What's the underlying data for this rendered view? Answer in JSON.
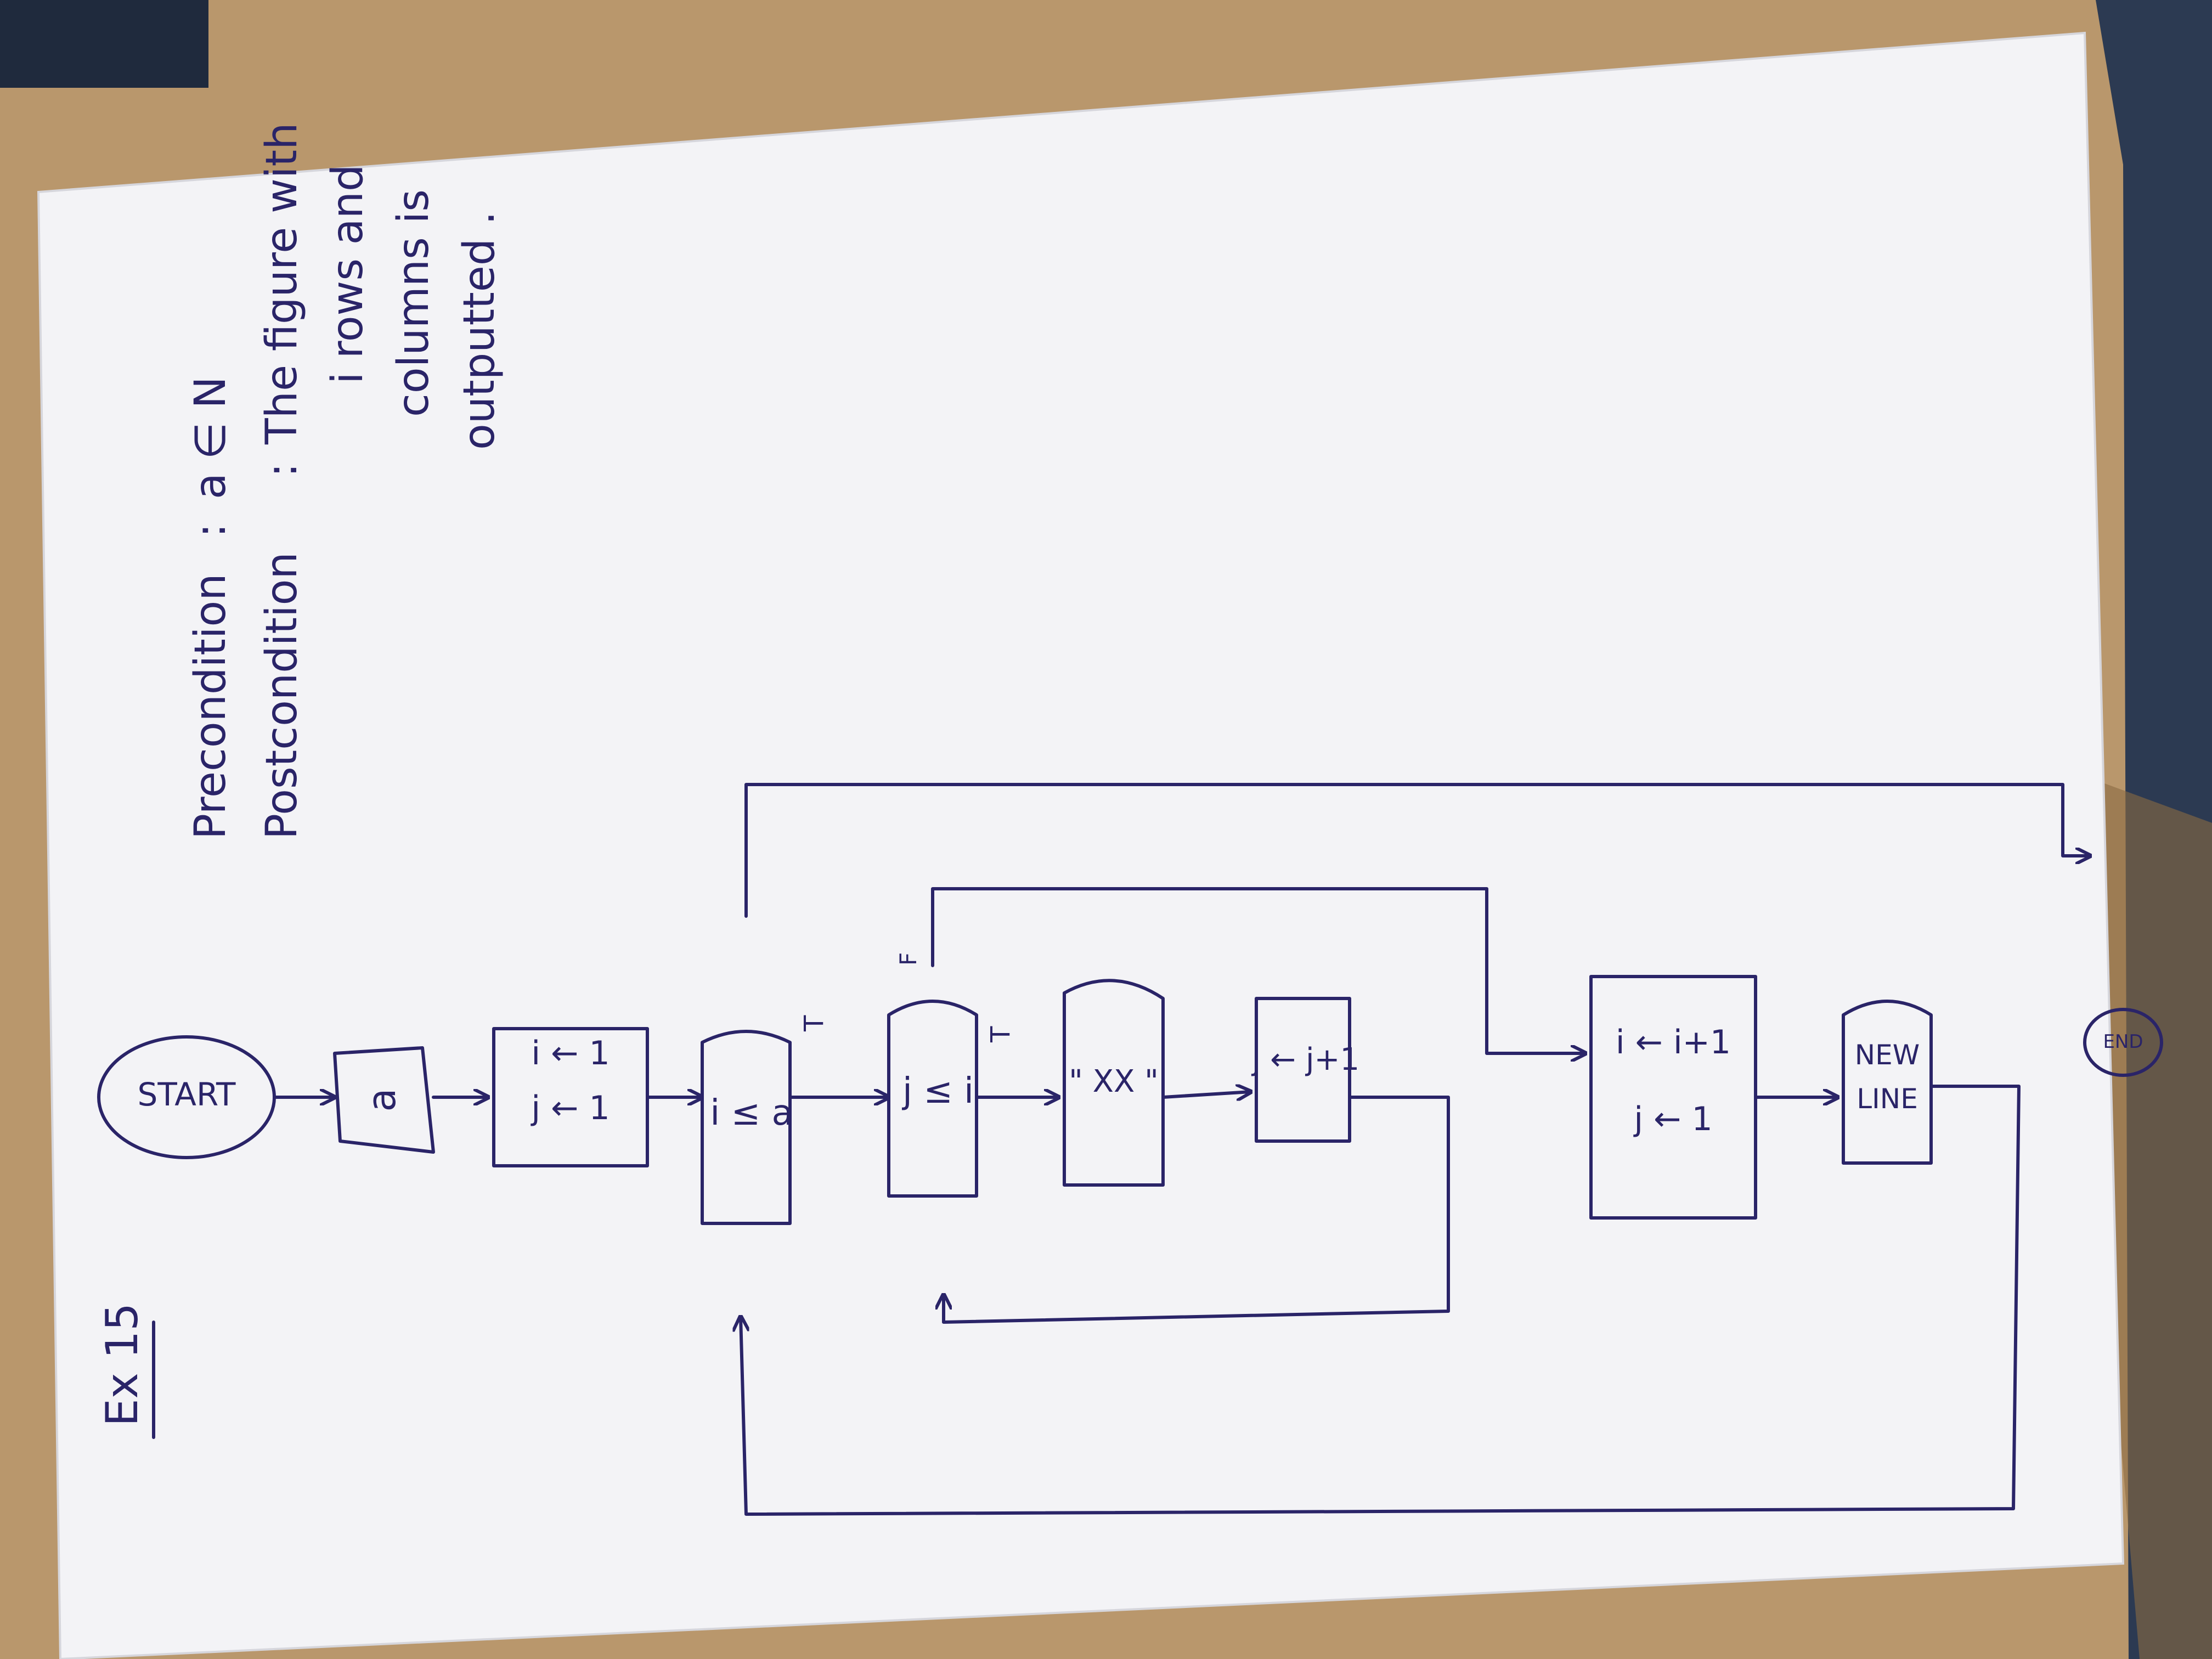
{
  "colors": {
    "ink": "#2a2468",
    "paper": "#f3f3f6",
    "desk": "#b9976c"
  },
  "exercise_label": "Ex 15",
  "conditions": {
    "pre_label": "Precondition",
    "pre_value": "a ∈ N",
    "post_label": "Postcondition",
    "post_lines": [
      "The figure with",
      "i rows and",
      "columns is",
      "outputted ."
    ]
  },
  "nodes": {
    "start": "START",
    "input_a": "a",
    "init": [
      "i ← 1",
      "j ← 1"
    ],
    "outer_cond": "i ≤ a",
    "inner_cond": "j ≤ i",
    "print_xx": "\" XX \"",
    "inc_j": "j ← j+1",
    "update": [
      "i ← i+1",
      "j ← 1"
    ],
    "newline": [
      "NEW",
      "LINE"
    ],
    "end": "END"
  },
  "edge_labels": {
    "outer_true": "T",
    "inner_true": "T",
    "inner_false": "F"
  }
}
